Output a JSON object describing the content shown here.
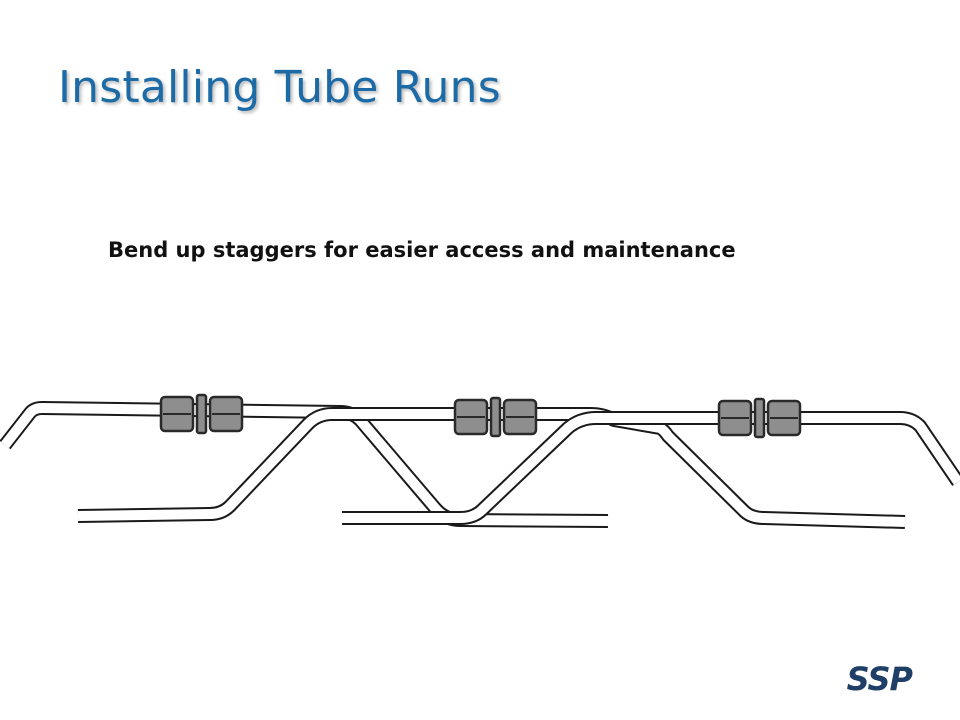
{
  "slide": {
    "title": "Installing Tube Runs",
    "subtitle": "Bend up staggers for easier access and maintenance",
    "logo": "SSP"
  },
  "colors": {
    "title": "#1c6aa6",
    "subtitle": "#111111",
    "tube_outline": "#1a1a1a",
    "tube_fill": "#ffffff",
    "fitting_body": "#8e8e8e",
    "fitting_edge": "#2a2a2a",
    "logo": "#1f3f66"
  },
  "diagram": {
    "tube_count": 3,
    "fitting_count": 3,
    "icons": [
      "tube-run",
      "compression-union-fitting"
    ]
  }
}
